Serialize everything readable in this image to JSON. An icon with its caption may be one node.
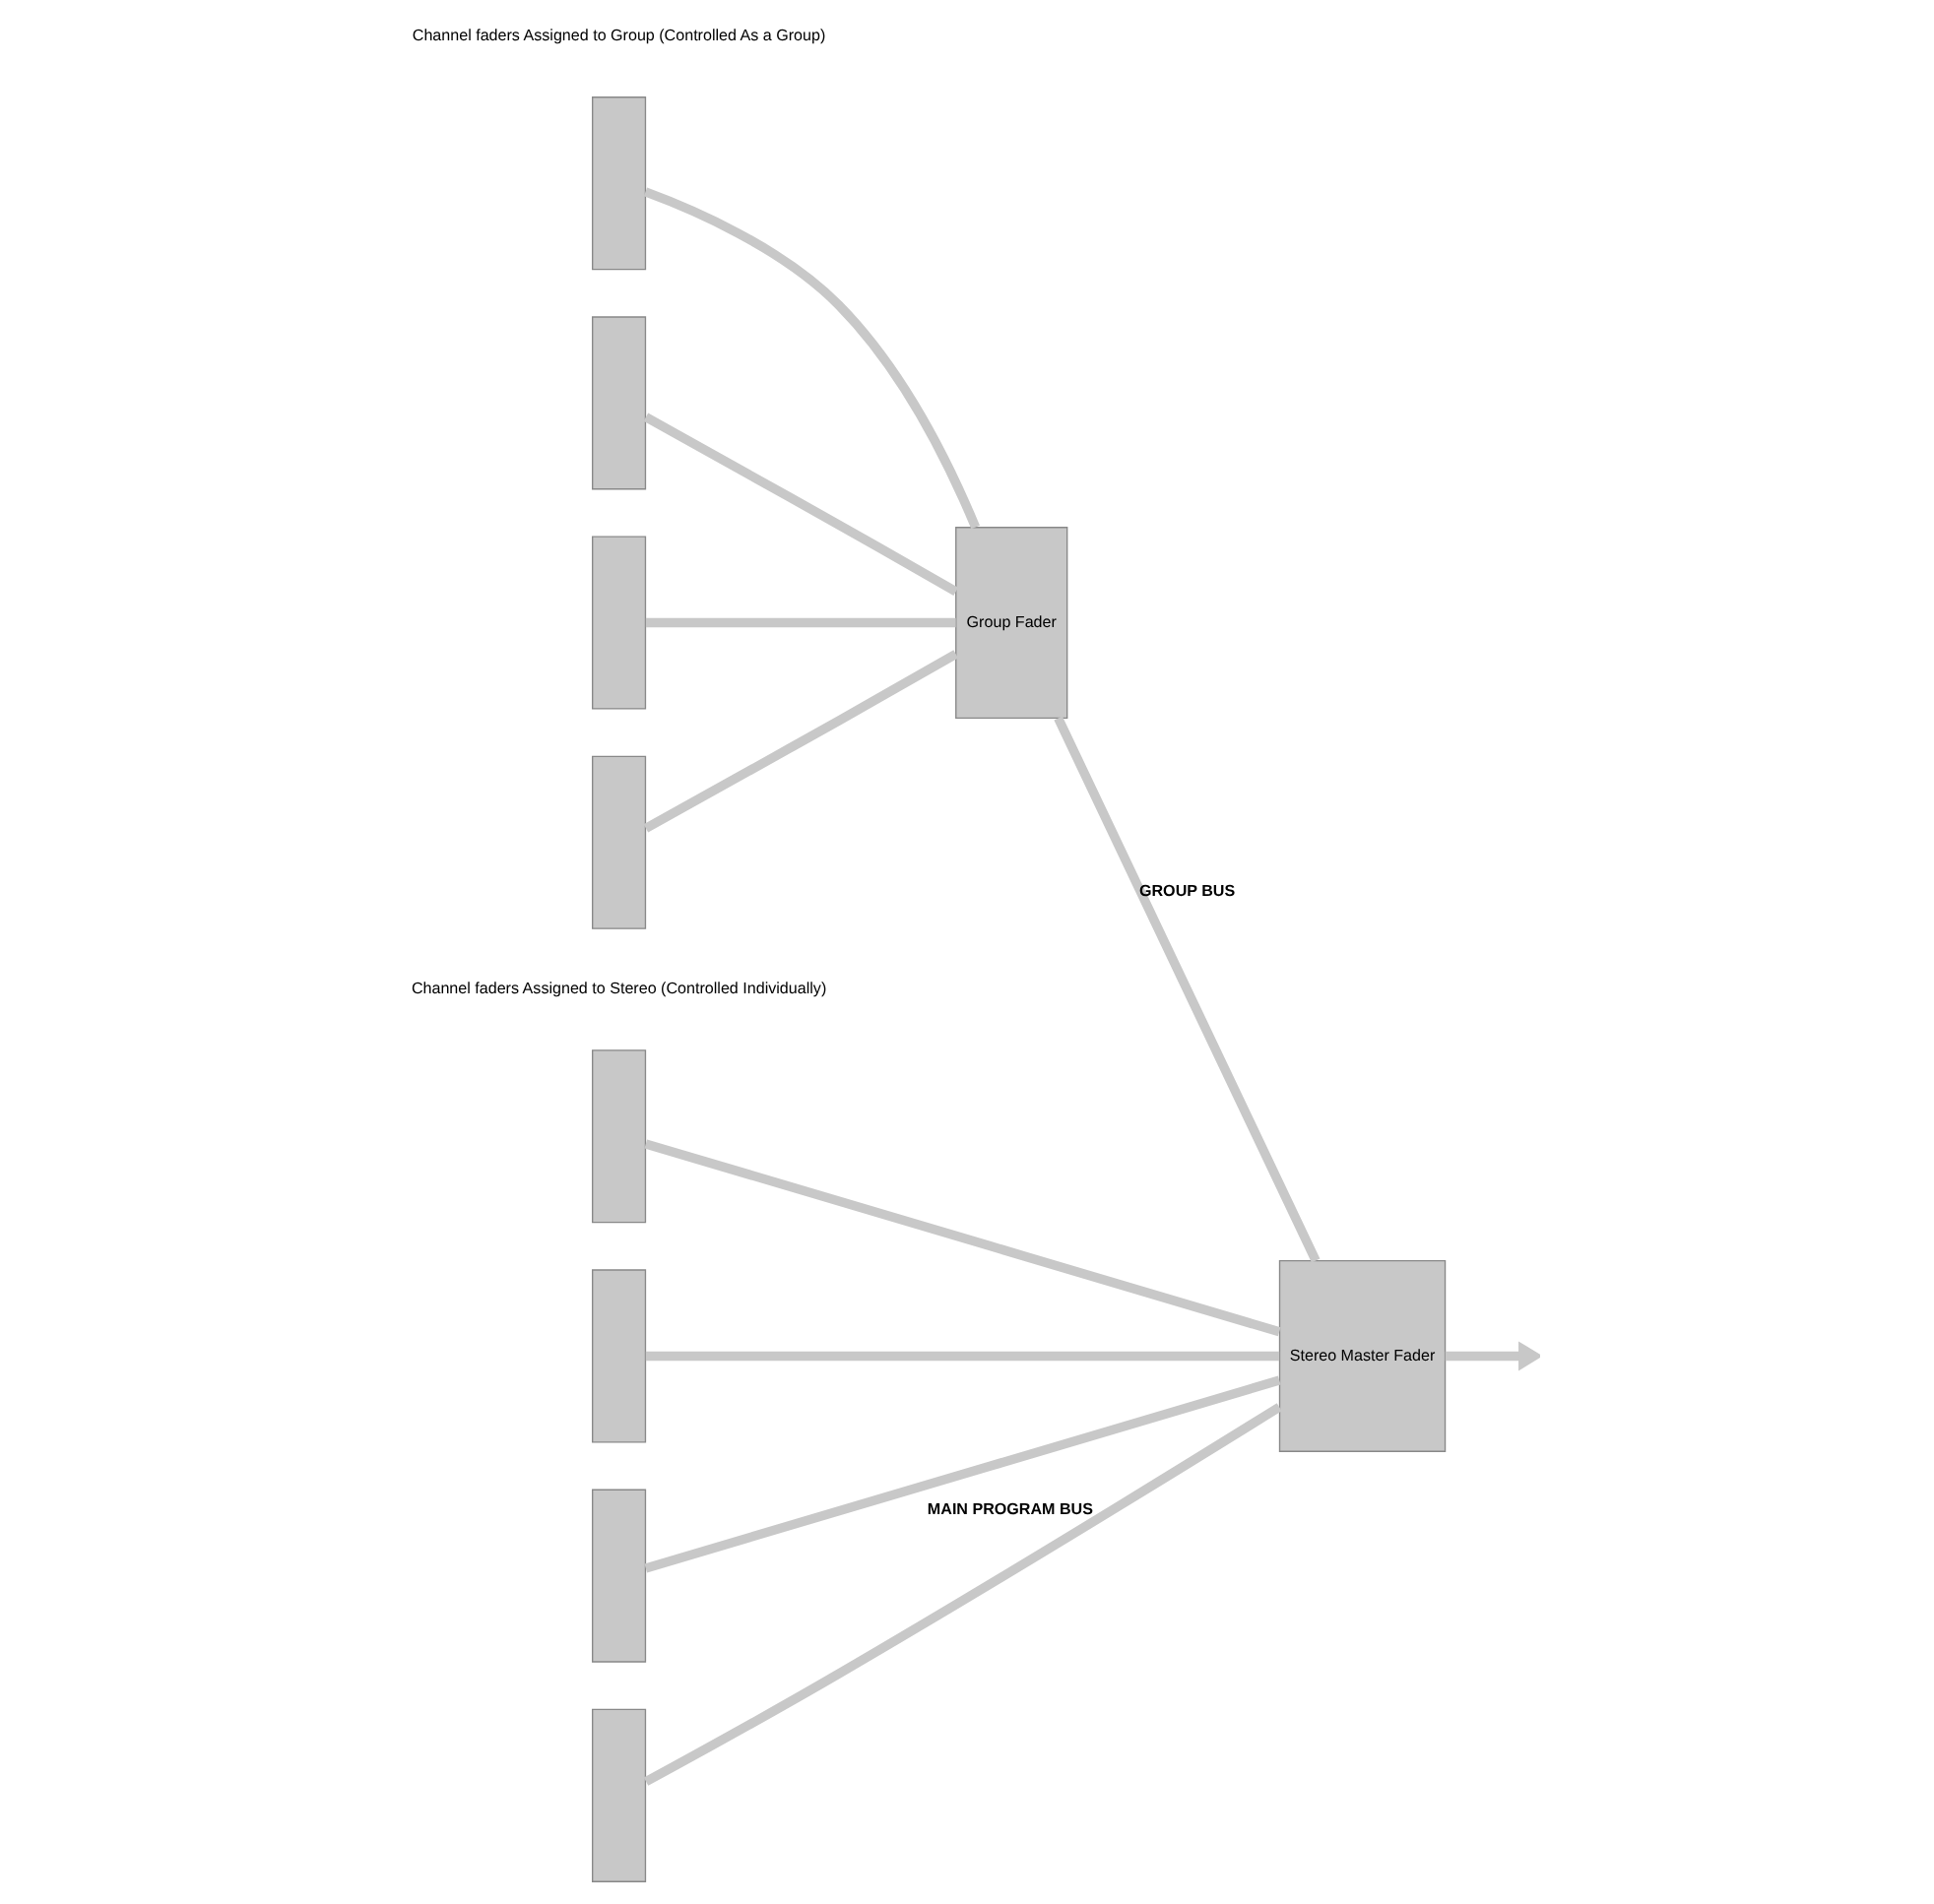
{
  "diagram": {
    "nodes": [
      {
        "text": [],
        "shape": "bar"
      },
      {
        "text": [],
        "shape": "bar"
      },
      {
        "text": [],
        "shape": "bar"
      },
      {
        "text": [],
        "shape": "bar"
      },
      {
        "text": [
          "Group Fader"
        ]
      },
      {
        "text": [],
        "shape": "bar"
      },
      {
        "text": [],
        "shape": "bar"
      },
      {
        "text": [],
        "shape": "bar"
      },
      {
        "text": [],
        "shape": "bar"
      },
      {
        "text": [
          "Stereo Master Fader"
        ]
      }
    ],
    "edges": [
      {
        "from": 0,
        "to": 4,
        "arrow": "none"
      },
      {
        "from": 1,
        "to": 4,
        "arrow": "none"
      },
      {
        "from": 2,
        "to": 4,
        "arrow": "none"
      },
      {
        "from": 3,
        "to": 4,
        "arrow": "none"
      },
      {
        "from": 4,
        "to": 9,
        "arrow": "none",
        "label": "GROUP BUS"
      },
      {
        "from": 5,
        "to": 9,
        "arrow": "none"
      },
      {
        "from": 6,
        "to": 9,
        "arrow": "none"
      },
      {
        "from": 7,
        "to": 9,
        "arrow": "none"
      },
      {
        "from": 8,
        "to": 9,
        "arrow": "none",
        "label": "MAIN PROGRAM BUS"
      },
      {
        "from": 9,
        "to": null,
        "arrow": "to"
      }
    ],
    "labels": [
      "Channel faders Assigned to Group (Controlled As a Group)",
      "Channel faders Assigned to Stereo (Controlled Individually)"
    ]
  }
}
